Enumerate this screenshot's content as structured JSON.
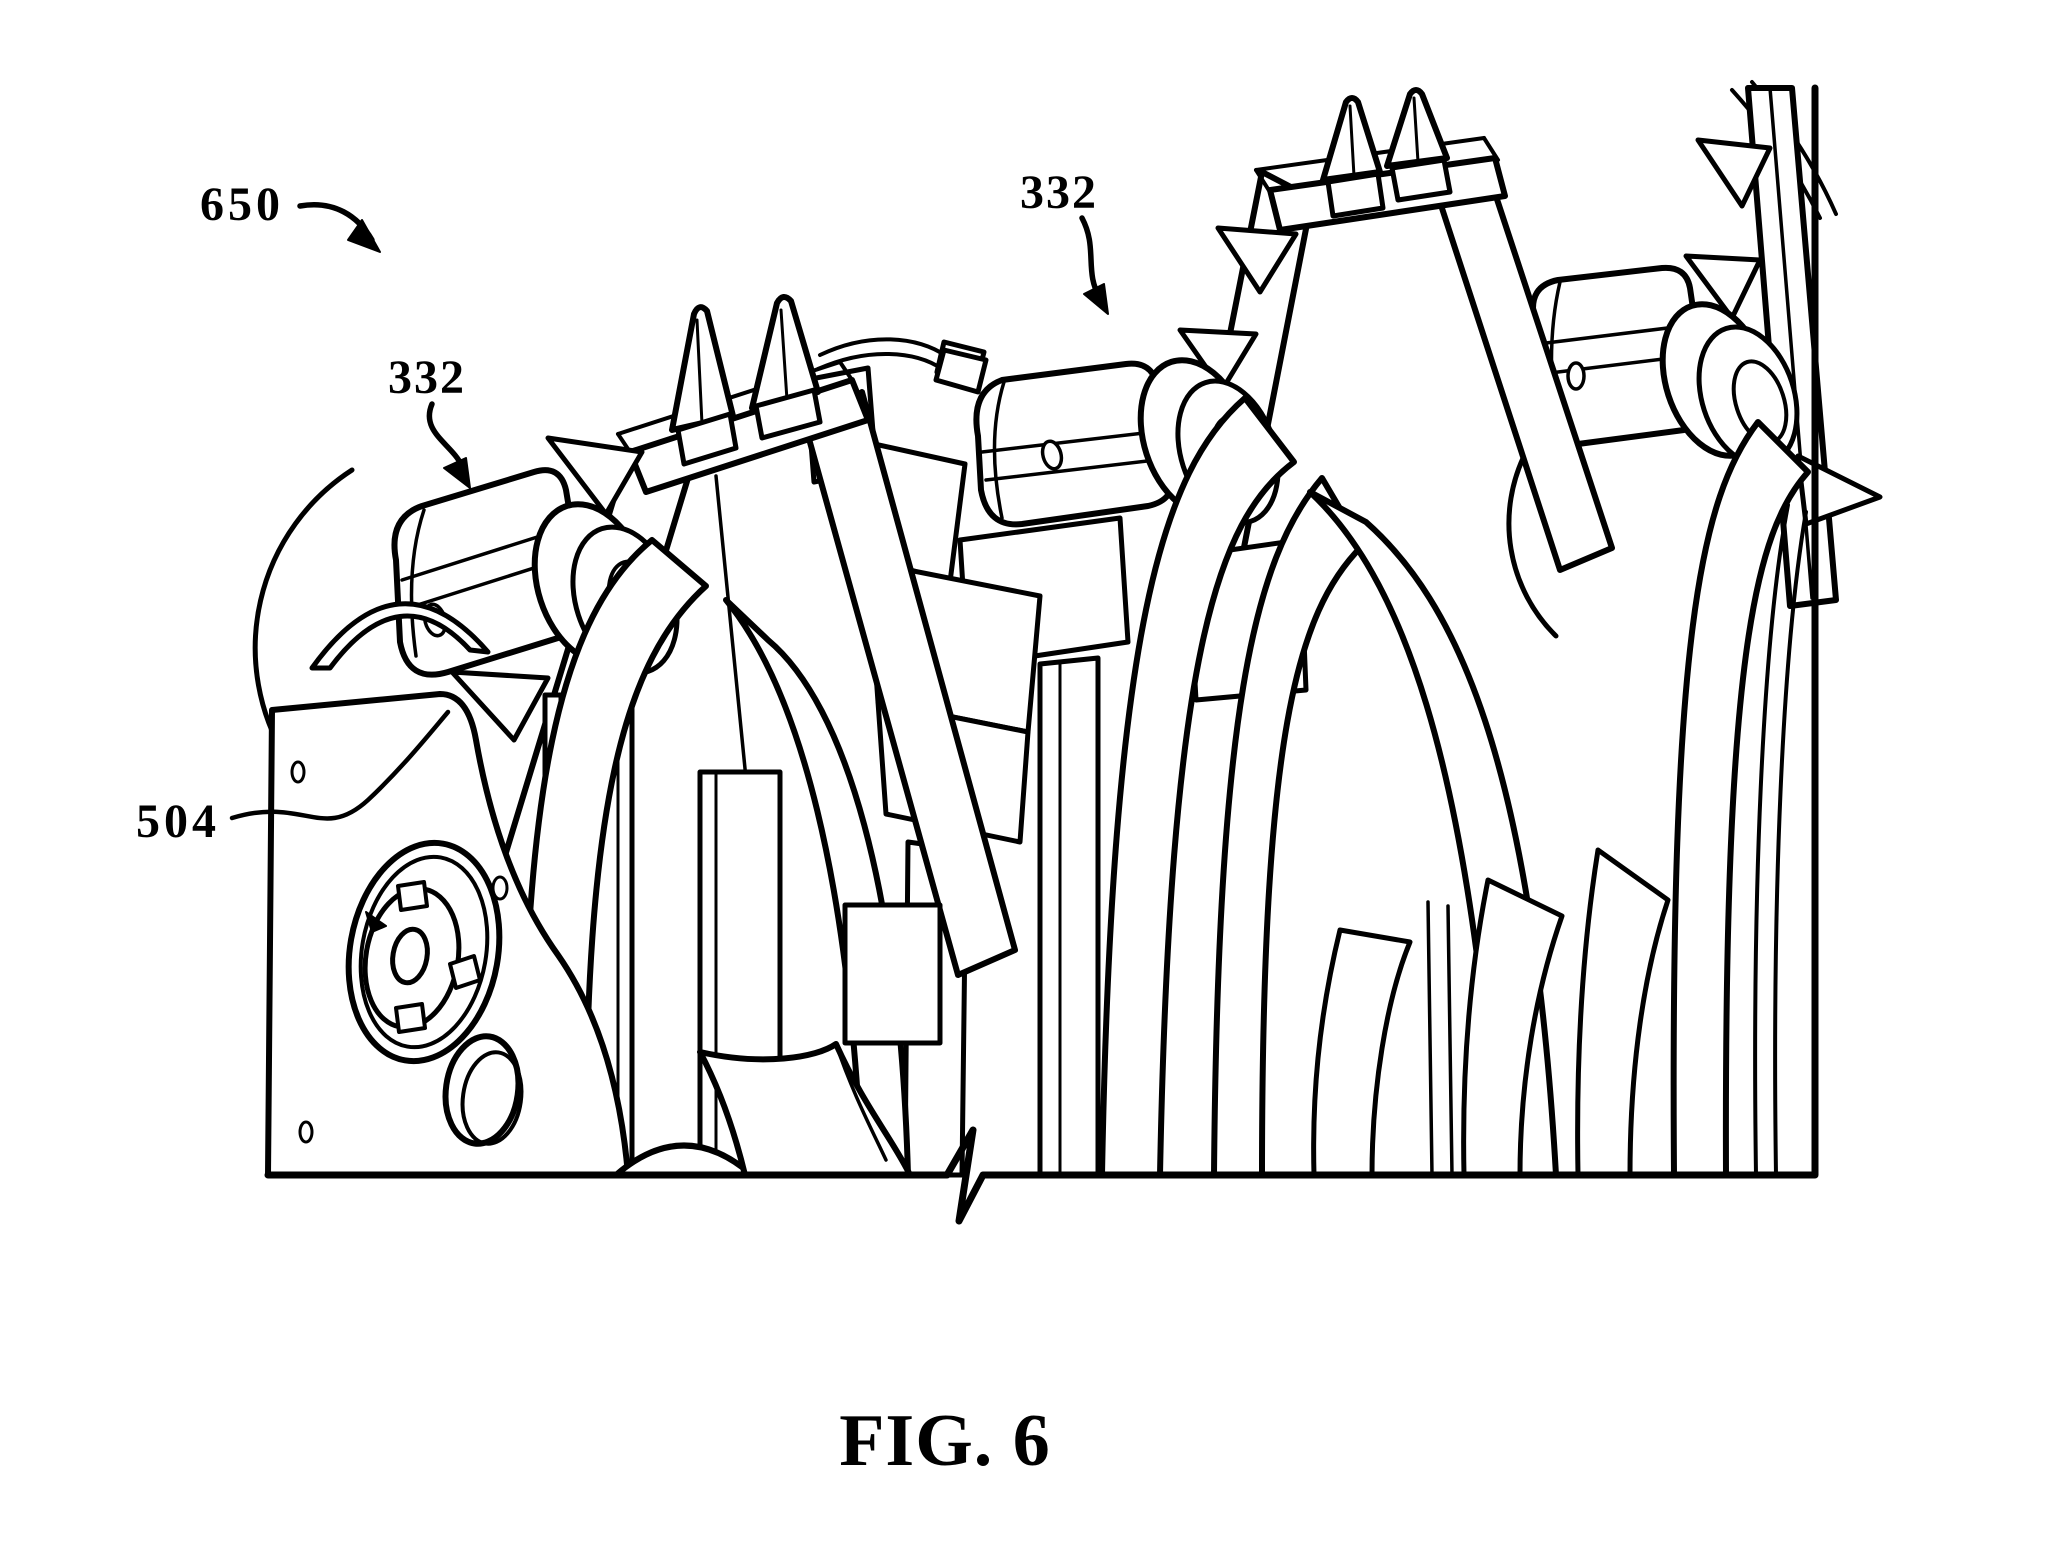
{
  "figure": {
    "caption": "FIG. 6",
    "reference_labels": {
      "l650": "650",
      "l332a": "332",
      "l332b": "332",
      "l504": "504"
    },
    "colors": {
      "ink": "#000000",
      "paper": "#ffffff"
    }
  }
}
